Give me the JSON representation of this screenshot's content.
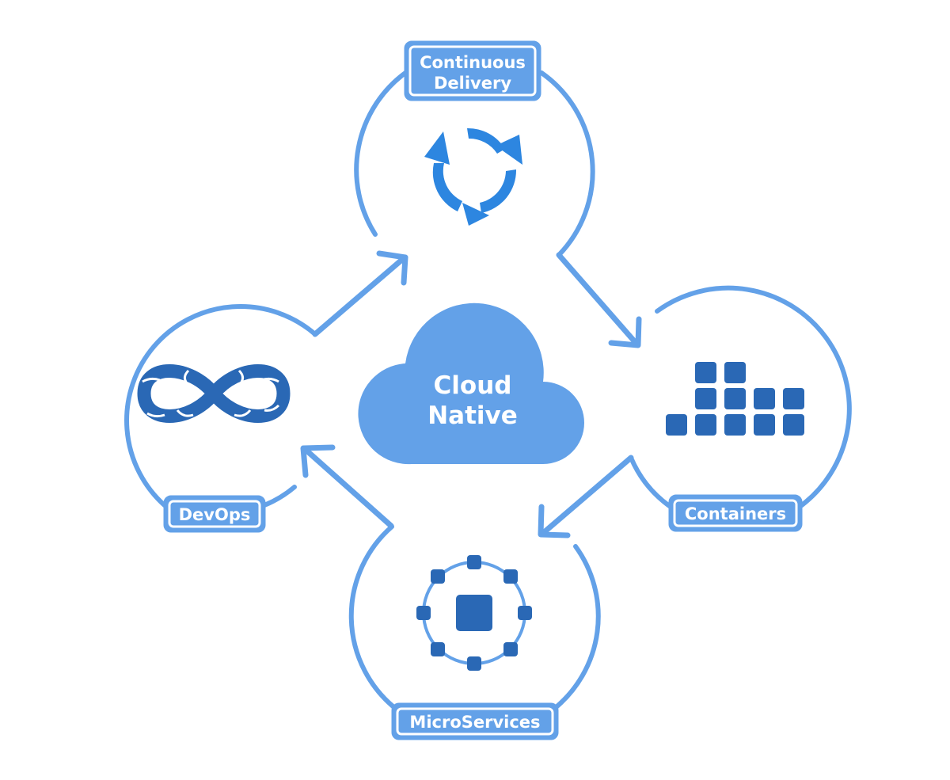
{
  "diagram": {
    "center": {
      "line1": "Cloud",
      "line2": "Native",
      "icon": "cloud-icon"
    },
    "nodes": [
      {
        "id": "continuous-delivery",
        "label_line1": "Continuous",
        "label_line2": "Delivery",
        "icon": "cycle-arrows-icon"
      },
      {
        "id": "containers",
        "label": "Containers",
        "icon": "container-blocks-icon"
      },
      {
        "id": "microservices",
        "label": "MicroServices",
        "icon": "network-nodes-icon"
      },
      {
        "id": "devops",
        "label": "DevOps",
        "icon": "infinity-icon"
      }
    ],
    "flow": [
      {
        "from": "DevOps",
        "to": "Continuous Delivery"
      },
      {
        "from": "Continuous Delivery",
        "to": "Containers"
      },
      {
        "from": "Containers",
        "to": "MicroServices"
      },
      {
        "from": "MicroServices",
        "to": "DevOps"
      }
    ],
    "colors": {
      "ring": "#63a1e8",
      "label_fill": "#63a1e8",
      "icon_dark": "#2a68b5",
      "icon_mid": "#2d86e0",
      "cloud": "#63a1e8"
    }
  }
}
